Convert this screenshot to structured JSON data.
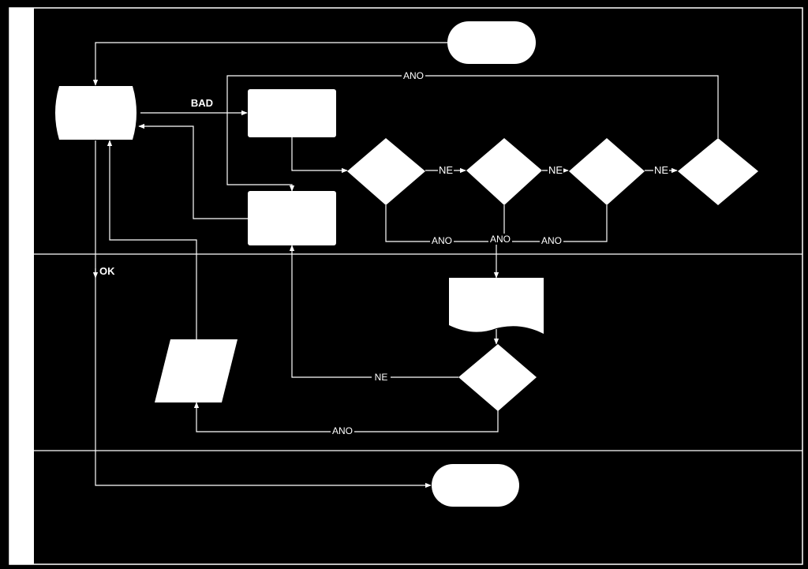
{
  "colors": {
    "background": "#000000",
    "stroke": "#ffffff",
    "node_fill": "#ffffff"
  },
  "labels": {
    "bad": "BAD",
    "ok": "OK",
    "ne_1": "NE",
    "ne_2": "NE",
    "ne_3": "NE",
    "ne_bottom": "NE",
    "ano_top": "ANO",
    "ano_1": "ANO",
    "ano_2": "ANO",
    "ano_3": "ANO",
    "ano_bottom": "ANO"
  }
}
